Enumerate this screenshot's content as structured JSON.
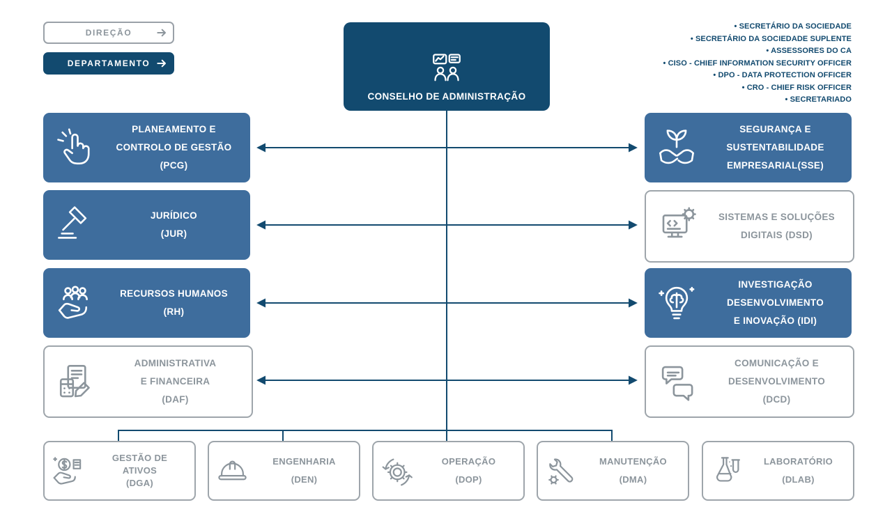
{
  "colors": {
    "navy": "#124A6F",
    "blue": "#3E6D9D",
    "gray": "#8C959C",
    "border_gray": "#9EA5AB"
  },
  "legend": {
    "direcao": "DIREÇÃO",
    "departamento": "DEPARTAMENTO",
    "arrow_icon": "arrow-right-icon"
  },
  "board": {
    "title": "CONSELHO DE ADMINISTRAÇÃO",
    "icon": "people-chat-icon"
  },
  "board_roles": [
    "• SECRETÁRIO DA SOCIEDADE",
    "• SECRETÁRIO DA SOCIEDADE SUPLENTE",
    "• ASSESSORES DO CA",
    "• CISO - CHIEF INFORMATION SECURITY OFFICER",
    "• DPO - DATA PROTECTION OFFICER",
    "• CRO - CHIEF RISK OFFICER",
    "• SECRETARIADO"
  ],
  "left_column": [
    {
      "id": "PCG",
      "style": "filled",
      "icon": "hand-click-icon",
      "lines": [
        "PLANEAMENTO E",
        "CONTROLO DE GESTÃO",
        "(PCG)"
      ]
    },
    {
      "id": "JUR",
      "style": "filled",
      "icon": "gavel-icon",
      "lines": [
        "JURÍDICO",
        "(JUR)"
      ]
    },
    {
      "id": "RH",
      "style": "filled",
      "icon": "people-hand-icon",
      "lines": [
        "RECURSOS HUMANOS",
        "(RH)"
      ]
    },
    {
      "id": "DAF",
      "style": "outline",
      "icon": "calculator-pen-icon",
      "lines": [
        "ADMINISTRATIVA",
        "E FINANCEIRA",
        "(DAF)"
      ]
    }
  ],
  "right_column": [
    {
      "id": "SSE",
      "style": "filled",
      "icon": "hands-plant-icon",
      "lines": [
        "SEGURANÇA E",
        "SUSTENTABILIDADE",
        "EMPRESARIAL(SSE)"
      ]
    },
    {
      "id": "DSD",
      "style": "outline",
      "icon": "monitor-code-gear-icon",
      "lines": [
        "SISTEMAS E SOLUÇÕES",
        "DIGITAIS (DSD)"
      ]
    },
    {
      "id": "IDI",
      "style": "filled",
      "icon": "brain-bulb-icon",
      "lines": [
        "INVESTIGAÇÃO",
        "DESENVOLVIMENTO",
        "E INOVAÇÃO (IDI)"
      ]
    },
    {
      "id": "DCD",
      "style": "outline",
      "icon": "chat-bubbles-icon",
      "lines": [
        "COMUNICAÇÃO E",
        "DESENVOLVIMENTO",
        "(DCD)"
      ]
    }
  ],
  "bottom_row": [
    {
      "id": "DGA",
      "style": "outline",
      "icon": "hand-money-icon",
      "lines": [
        "GESTÃO DE",
        "ATIVOS",
        "(DGA)"
      ]
    },
    {
      "id": "DEN",
      "style": "outline",
      "icon": "hard-hat-icon",
      "lines": [
        "ENGENHARIA",
        "(DEN)"
      ]
    },
    {
      "id": "DOP",
      "style": "outline",
      "icon": "gear-sync-icon",
      "lines": [
        "OPERAÇÃO",
        "(DOP)"
      ]
    },
    {
      "id": "DMA",
      "style": "outline",
      "icon": "wrench-gear-icon",
      "lines": [
        "MANUTENÇÃO",
        "(DMA)"
      ]
    },
    {
      "id": "DLAB",
      "style": "outline",
      "icon": "lab-flask-icon",
      "lines": [
        "LABORATÓRIO",
        "(DLAB)"
      ]
    }
  ]
}
